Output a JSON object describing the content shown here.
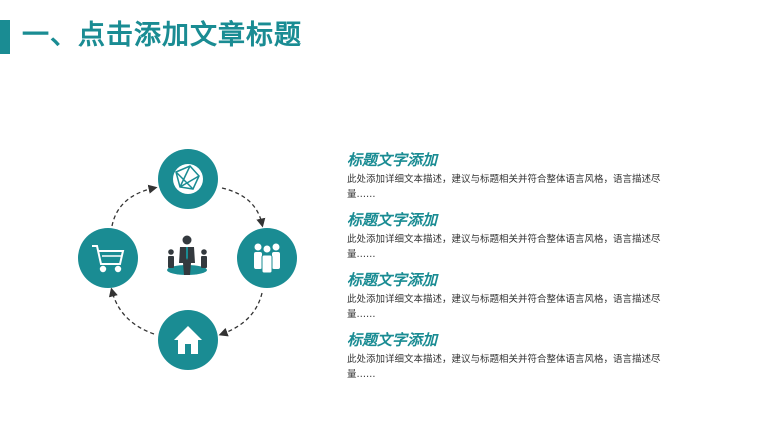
{
  "page": {
    "title": "一、点击添加文章标题",
    "accent_color": "#1a8c93"
  },
  "diagram": {
    "nodes": [
      {
        "icon": "globe-network-icon"
      },
      {
        "icon": "team-group-icon"
      },
      {
        "icon": "home-icon"
      },
      {
        "icon": "shopping-cart-icon"
      }
    ],
    "center_icon": "business-people-icon"
  },
  "items": [
    {
      "title": "标题文字添加",
      "desc": "此处添加详细文本描述，建议与标题相关并符合整体语言风格，语言描述尽量……"
    },
    {
      "title": "标题文字添加",
      "desc": "此处添加详细文本描述，建议与标题相关并符合整体语言风格，语言描述尽量……"
    },
    {
      "title": "标题文字添加",
      "desc": "此处添加详细文本描述，建议与标题相关并符合整体语言风格，语言描述尽量……"
    },
    {
      "title": "标题文字添加",
      "desc": "此处添加详细文本描述，建议与标题相关并符合整体语言风格，语言描述尽量……"
    }
  ]
}
